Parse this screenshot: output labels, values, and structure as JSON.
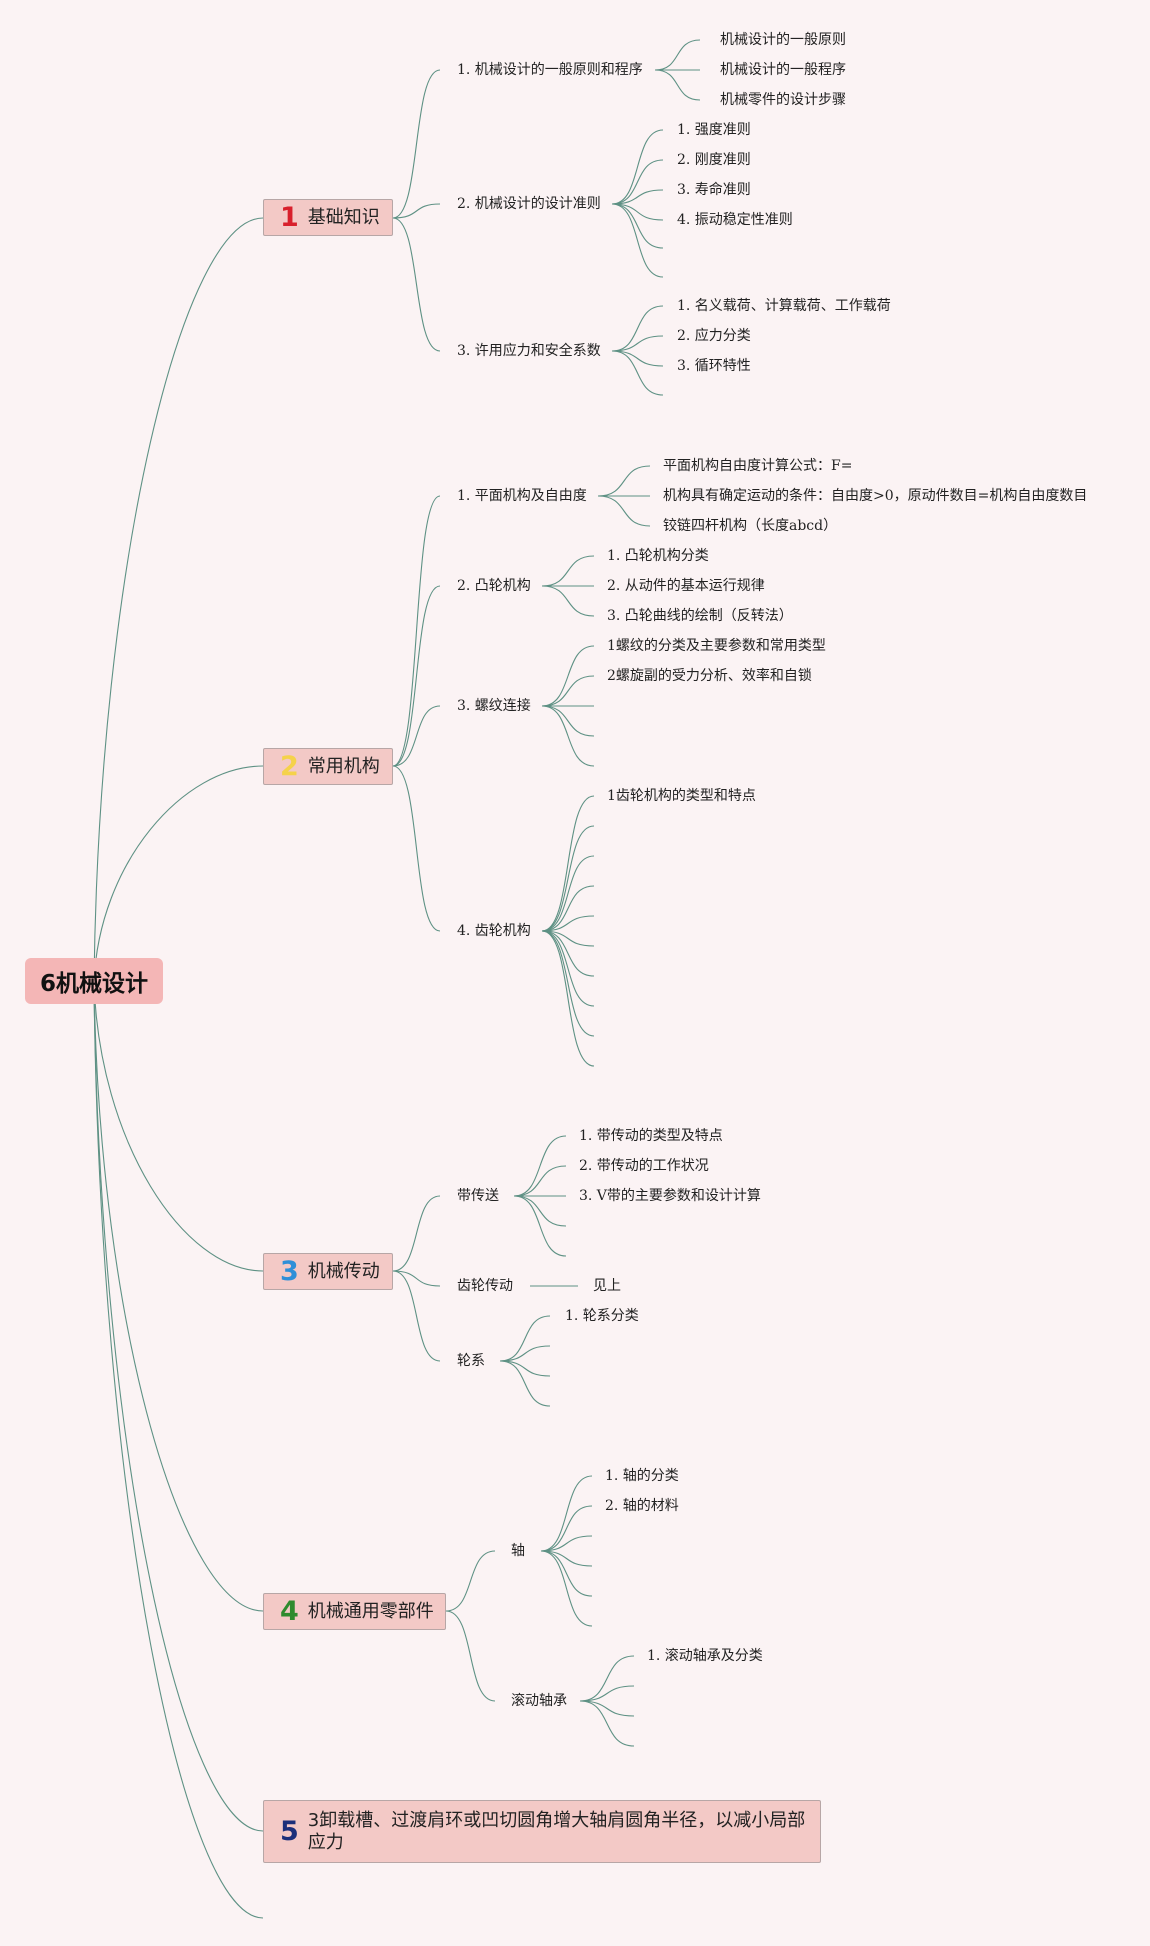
{
  "root": "6机械设计",
  "colors": {
    "line": "#5e9184",
    "root_bg": "#f4b6b6",
    "section_bg": "#f3c9c6",
    "num1": "#d8202c",
    "num2": "#f5d24a",
    "num3": "#2f8fd8",
    "num4": "#2e8b2e",
    "num5": "#1c2f7a"
  },
  "sections": [
    {
      "num": "1",
      "label": "基础知识",
      "children": [
        {
          "label": "1. 机械设计的一般原则和程序",
          "items": [
            "机械设计的一般原则",
            "机械设计的一般程序",
            "机械零件的设计步骤"
          ]
        },
        {
          "label": "2. 机械设计的设计准则",
          "items": [
            "1. 强度准则",
            "2. 刚度准则",
            "3. 寿命准则",
            "4. 振动稳定性准则"
          ]
        },
        {
          "label": "3. 许用应力和安全系数",
          "items": [
            "1. 名义载荷、计算载荷、工作载荷",
            "2. 应力分类",
            "3. 循环特性"
          ]
        }
      ]
    },
    {
      "num": "2",
      "label": "常用机构",
      "children": [
        {
          "label": "1. 平面机构及自由度",
          "items": [
            "平面机构自由度计算公式：F=",
            "机构具有确定运动的条件：自由度>0，原动件数目=机构自由度数目",
            "铰链四杆机构（长度abcd）"
          ]
        },
        {
          "label": "2. 凸轮机构",
          "items": [
            "1. 凸轮机构分类",
            "2. 从动件的基本运行规律",
            "3. 凸轮曲线的绘制（反转法）"
          ]
        },
        {
          "label": "3. 螺纹连接",
          "items": [
            "1螺纹的分类及主要参数和常用类型",
            "2螺旋副的受力分析、效率和自锁"
          ]
        },
        {
          "label": "4. 齿轮机构",
          "items": [
            "1齿轮机构的类型和特点"
          ]
        }
      ]
    },
    {
      "num": "3",
      "label": "机械传动",
      "children": [
        {
          "label": "带传送",
          "items": [
            "1. 带传动的类型及特点",
            "2. 带传动的工作状况",
            "3. V带的主要参数和设计计算"
          ]
        },
        {
          "label": "齿轮传动",
          "items": [
            "见上"
          ]
        },
        {
          "label": "轮系",
          "items": [
            "1. 轮系分类"
          ]
        }
      ]
    },
    {
      "num": "4",
      "label": "机械通用零部件",
      "children": [
        {
          "label": "轴",
          "items": [
            "1. 轴的分类",
            "2. 轴的材料"
          ]
        },
        {
          "label": "滚动轴承",
          "items": [
            "1. 滚动轴承及分类"
          ]
        }
      ]
    },
    {
      "num": "5",
      "label": "3卸载槽、过渡肩环或凹切圆角增大轴肩圆角半径，以减小局部应力",
      "children": []
    }
  ]
}
